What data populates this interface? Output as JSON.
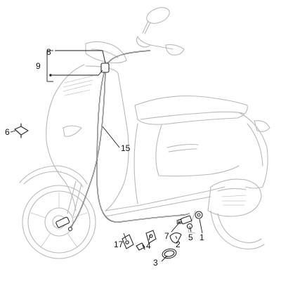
{
  "callouts": {
    "c1": "1",
    "c2": "2",
    "c3": "3",
    "c4": "4",
    "c5": "5",
    "c6": "6",
    "c7": "7",
    "c8": "8",
    "c9": "9",
    "c15": "15",
    "c17": "17"
  },
  "colors": {
    "outline": "#b9b9b9",
    "part": "#2b2b2b",
    "text": "#111111"
  }
}
